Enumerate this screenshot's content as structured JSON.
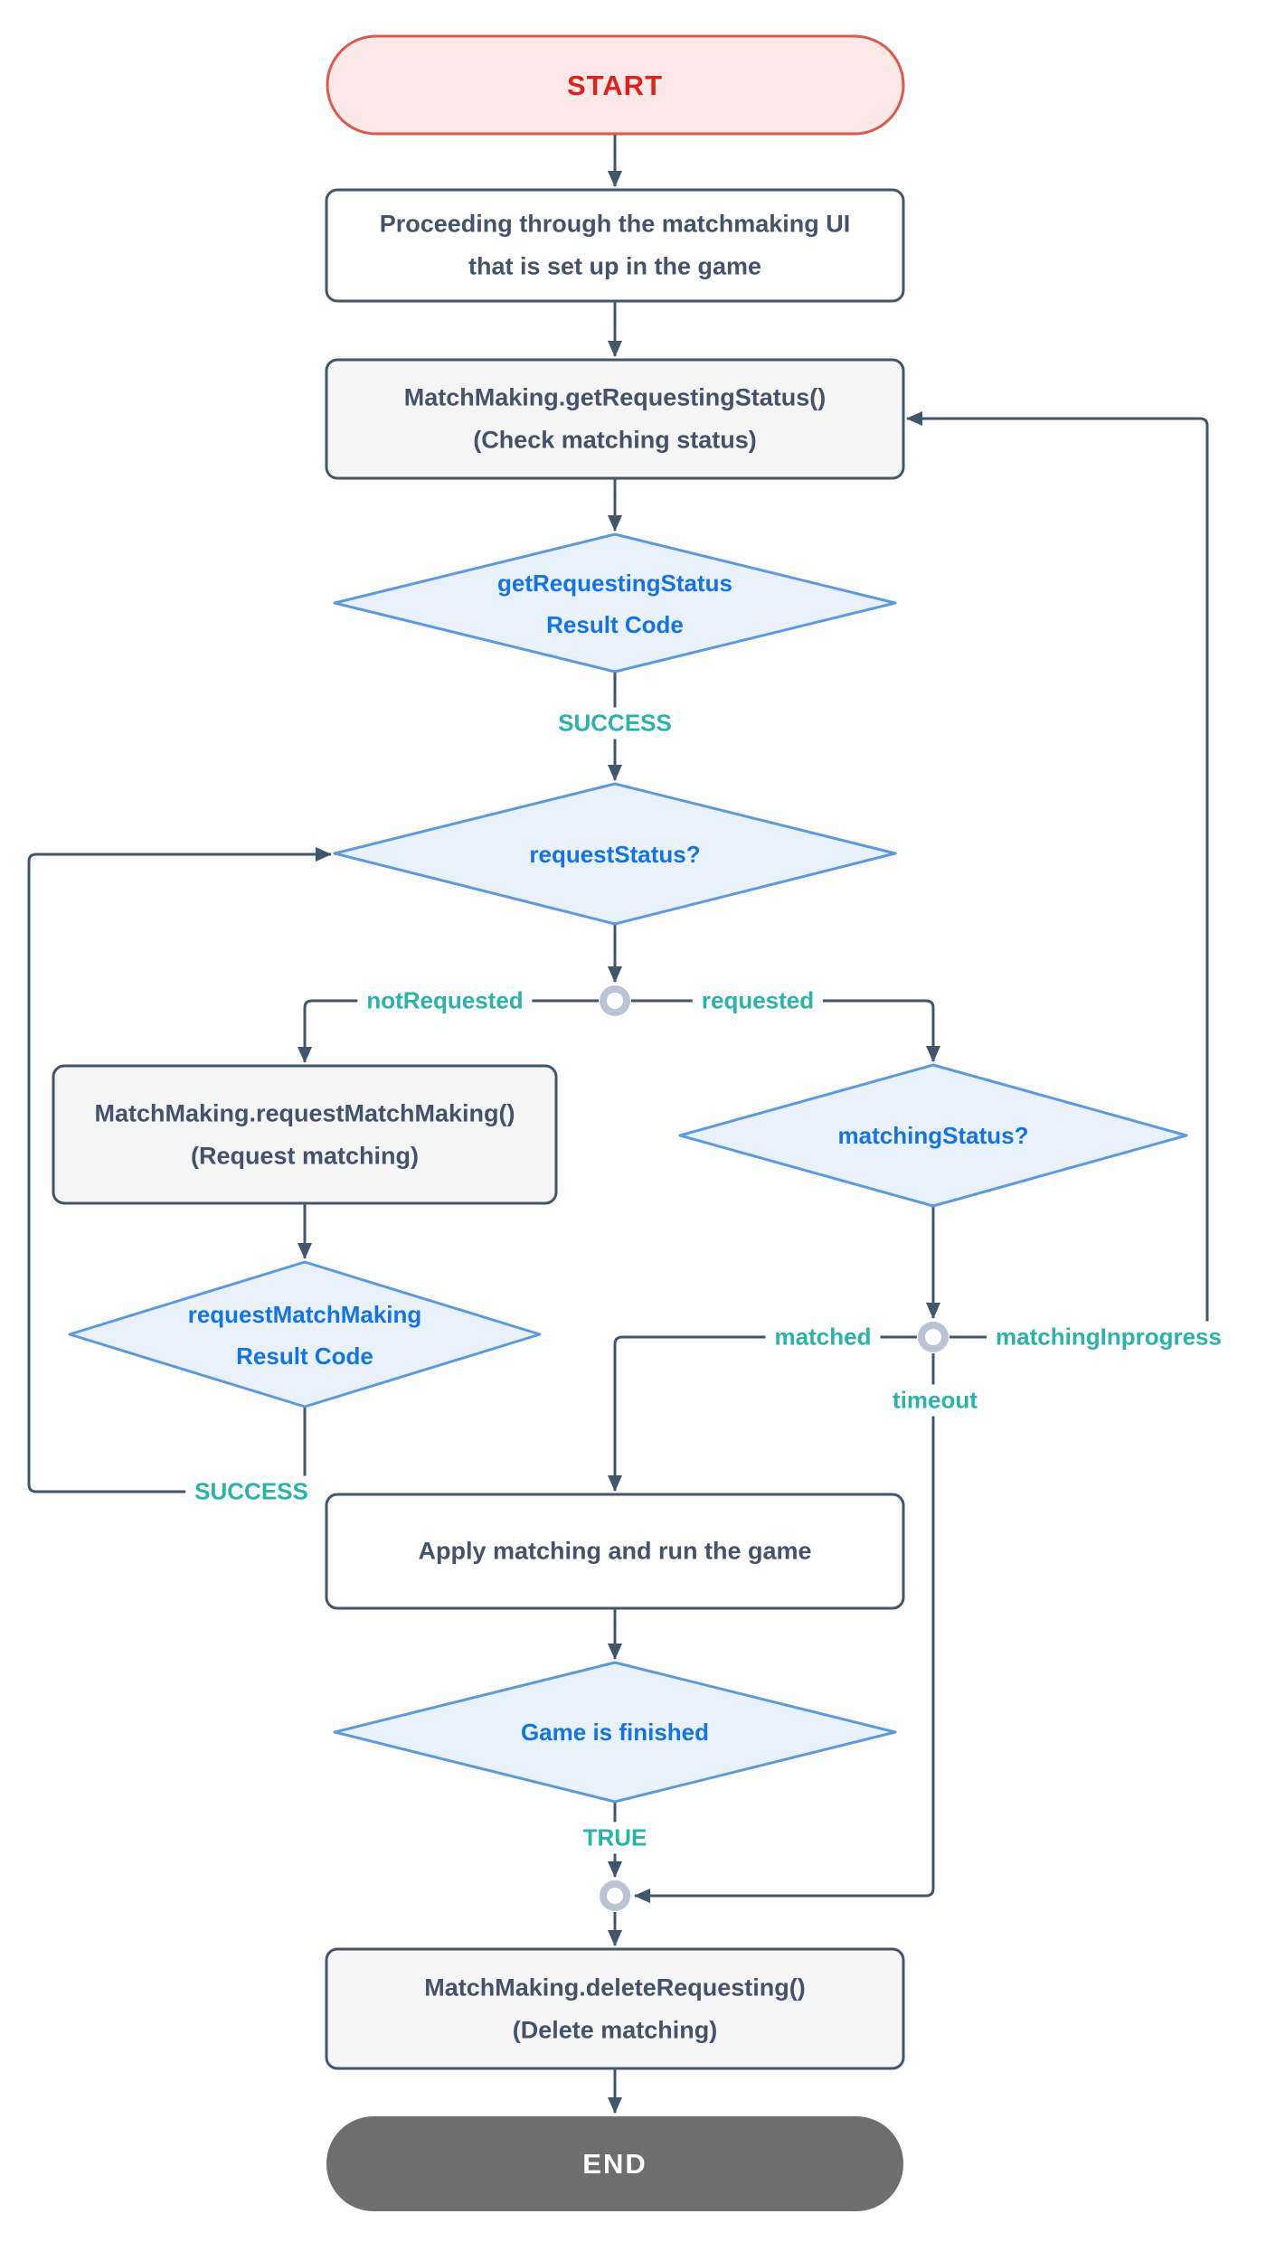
{
  "diagram": {
    "nodes": {
      "start": {
        "label": "START"
      },
      "proceed_ui": {
        "line1": "Proceeding through the matchmaking UI",
        "line2": "that is set up in the game"
      },
      "get_requesting_status": {
        "line1": "MatchMaking.getRequestingStatus()",
        "line2": "(Check matching status)"
      },
      "get_requesting_status_result": {
        "line1": "getRequestingStatus",
        "line2": "Result Code"
      },
      "request_status": {
        "label": "requestStatus?"
      },
      "request_matchmaking": {
        "line1": "MatchMaking.requestMatchMaking()",
        "line2": "(Request matching)"
      },
      "request_matchmaking_result": {
        "line1": "requestMatchMaking",
        "line2": "Result Code"
      },
      "matching_status": {
        "label": "matchingStatus?"
      },
      "apply_matching": {
        "label": "Apply matching and run the game"
      },
      "game_finished": {
        "label": "Game is finished"
      },
      "delete_requesting": {
        "line1": "MatchMaking.deleteRequesting()",
        "line2": "(Delete matching)"
      },
      "end": {
        "label": "END"
      }
    },
    "edge_labels": {
      "success_get": "SUCCESS",
      "success_request": "SUCCESS",
      "not_requested": "notRequested",
      "requested": "requested",
      "matched": "matched",
      "matching_inprogress": "matchingInprogress",
      "timeout": "timeout",
      "true_label": "TRUE"
    }
  },
  "colors": {
    "line": "#42566b",
    "node-text": "#42536b",
    "box-gray": "#f5f5f6",
    "diamond-fill": "#e8f1fc",
    "diamond-border": "#5b9ae0",
    "diamond-text": "#1473e6",
    "teal": "#2ab3ab",
    "start-fill": "#fbe9e7",
    "start-border": "#e2574b",
    "start-text": "#e01f1f",
    "end-fill": "#6e6e6e",
    "ring": "#b9c5d4"
  }
}
